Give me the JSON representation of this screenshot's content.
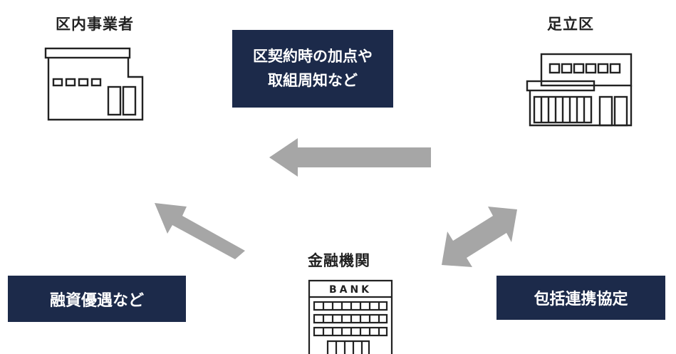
{
  "nodes": {
    "local_business": {
      "label": "区内事業者",
      "icon": "shop-building-icon"
    },
    "adachi_ward": {
      "label": "足立区",
      "icon": "ward-office-building-icon"
    },
    "financial_institution": {
      "label": "金融機関",
      "icon": "bank-building-icon",
      "sign_text": "BANK"
    }
  },
  "relations": {
    "ward_to_business": {
      "line1": "区契約時の加点や",
      "line2": "取組周知など"
    },
    "bank_to_business": {
      "text": "融資優遇など"
    },
    "bank_ward": {
      "text": "包括連携協定"
    }
  },
  "colors": {
    "box_fill": "#1c2a4a",
    "box_text": "#ffffff",
    "arrow": "#a6a6a6",
    "icon_stroke": "#222222"
  }
}
